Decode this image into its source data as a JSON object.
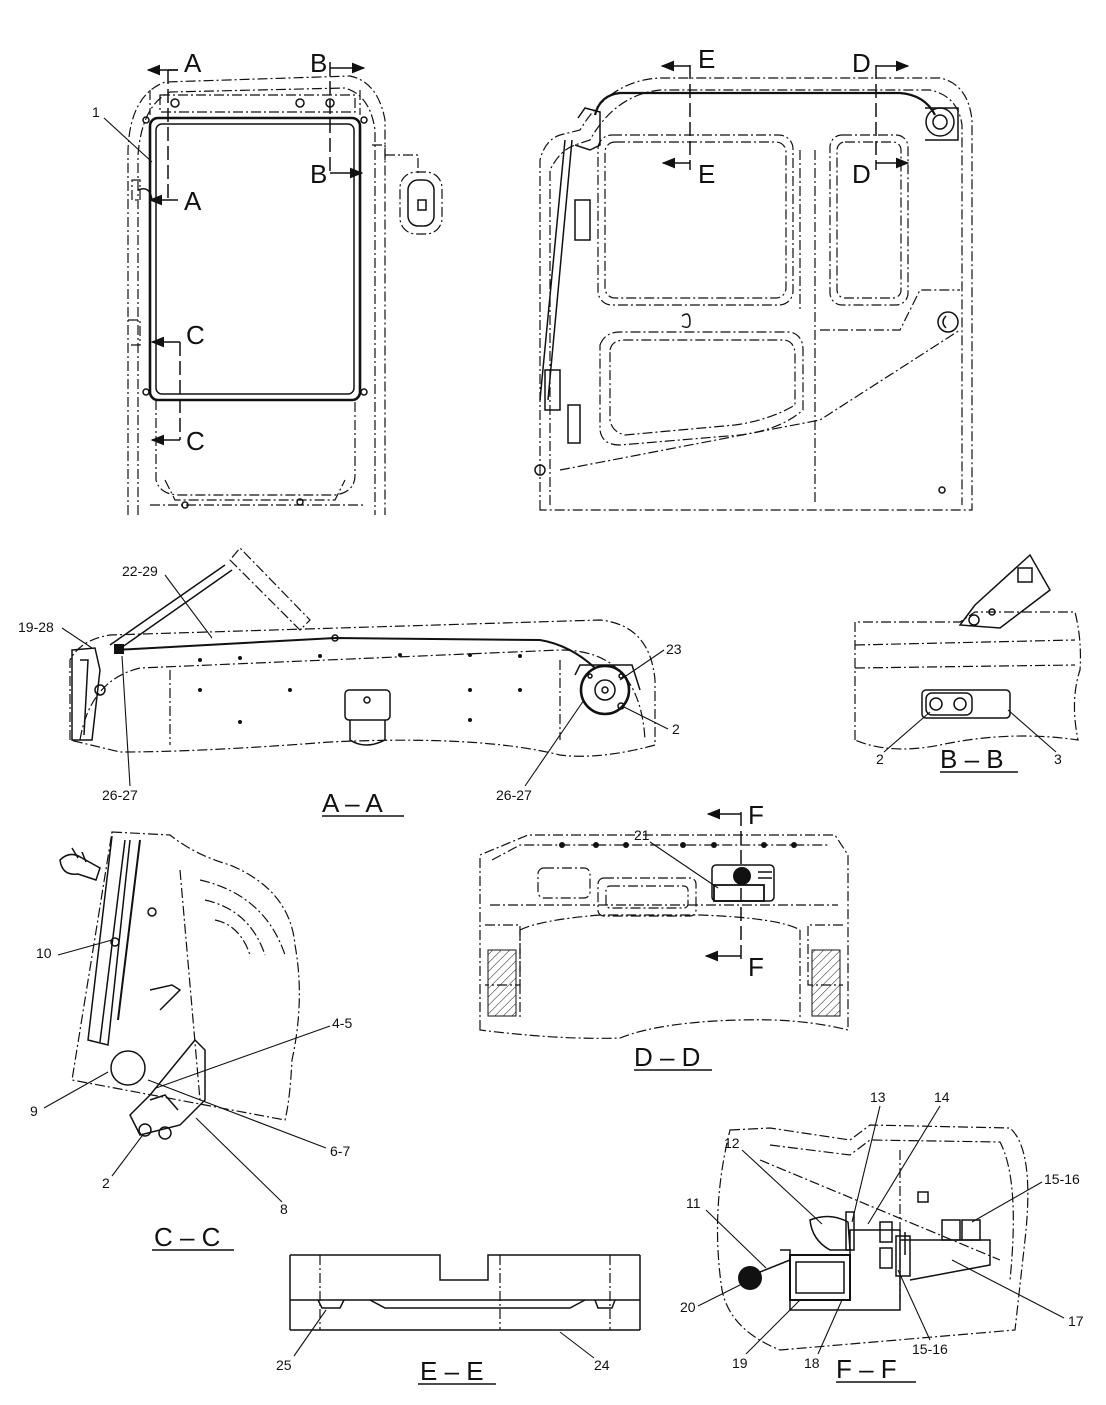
{
  "views": {
    "rear": {
      "cut_labels": [
        "A",
        "A",
        "B",
        "B",
        "C",
        "C"
      ]
    },
    "side": {
      "cut_labels": [
        "E",
        "E",
        "D",
        "D"
      ]
    },
    "aa": {
      "title": "A – A",
      "parts": [
        "22-29",
        "19-28",
        "23",
        "2",
        "26-27",
        "26-27"
      ]
    },
    "bb": {
      "title": "B – B",
      "parts": [
        "2",
        "3"
      ]
    },
    "cc": {
      "title": "C – C",
      "parts": [
        "10",
        "4-5",
        "9",
        "6-7",
        "2",
        "8"
      ]
    },
    "dd": {
      "title": "D – D",
      "parts": [
        "21"
      ],
      "cut_labels": [
        "F",
        "F"
      ]
    },
    "ee": {
      "title": "E – E",
      "parts": [
        "25",
        "24"
      ]
    },
    "ff": {
      "title": "F – F",
      "parts": [
        "13",
        "14",
        "12",
        "15-16",
        "11",
        "20",
        "19",
        "18",
        "15-16",
        "17"
      ]
    }
  }
}
